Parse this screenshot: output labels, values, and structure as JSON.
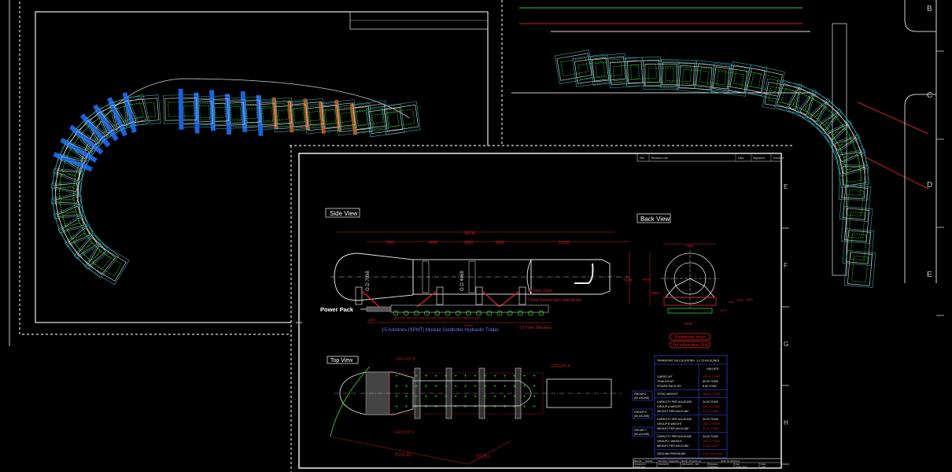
{
  "side_view": {
    "label": "Side View",
    "dims": {
      "overall": "30130",
      "d1": "7000",
      "d2": "4000",
      "d3": "4000",
      "d4": "5000",
      "d5": "12200",
      "height": "7079",
      "od_large": "O.D 7058",
      "od_small": "O.D 4468",
      "left": "3400",
      "trailer_len": "22500",
      "axle": "1500"
    },
    "power_pack": "Power Pack",
    "notes": {
      "chain": "10 Tone Chain",
      "binder": "7 Tone Rachet type load binder",
      "shackles": "9.5 Tone Shackles",
      "trailer": "15 Axlelines (SPMT) Module Goldhofer Hydraulic Trailer"
    }
  },
  "back_view": {
    "label": "Back View",
    "dims": {
      "width": "7058",
      "height": "7079",
      "lower": "3600",
      "base": "6500",
      "a": "281",
      "b": "1000",
      "c": "1600",
      "d": "1175"
    },
    "stamps": [
      "Preliminary Issue",
      "For Information Only"
    ]
  },
  "top_view": {
    "label": "Top View",
    "groups": [
      "GROUP A",
      "GROUP B",
      "GROUP C"
    ],
    "radii": [
      "R20180",
      "R5761"
    ]
  },
  "calc_table": {
    "title": "TRANSPORT CALCULATIONS - 3 x 15 AXLELINES",
    "header": "VALUES",
    "rows": [
      {
        "label": "CARGO WT",
        "value": "390.00 TONS",
        "red": true
      },
      {
        "label": "TRAILER WT",
        "value": "69.00 TONS",
        "red": false
      },
      {
        "label": "POWER PACK WT",
        "value": "6.50 TONS",
        "red": false
      },
      {
        "label": "TOTAL WEIGHT",
        "value": "465.50 TONS",
        "red": true
      },
      {
        "label": "CAPACITY  PER AXLELINE",
        "value": "34.00 TONS",
        "red": false
      },
      {
        "label": "GROUP A WEIGHT",
        "value": "155.17 TONS",
        "red": true
      },
      {
        "label": "WEIGHT  PER AXLELINE",
        "value": "31.03 TONS",
        "red": true
      },
      {
        "label": "CAPACITY  PER AXLELINE",
        "value": "34.00 TONS",
        "red": false
      },
      {
        "label": "GROUP B WEIGHT",
        "value": "155.17 TONS",
        "red": true
      },
      {
        "label": "WEIGHT  PER AXLELINE",
        "value": "31.03 TONS",
        "red": true
      },
      {
        "label": "CAPACITY  PER AXLELINE",
        "value": "34.00 TONS",
        "red": false
      },
      {
        "label": "GROUP C WEIGHT",
        "value": "155.17 TONS",
        "red": true
      },
      {
        "label": "WEIGHT  PER AXLELINE",
        "value": "31.03 TONS",
        "red": true
      },
      {
        "label": "GROUND PRESSURE",
        "value": "1.95 TON/SQM",
        "red": true
      }
    ],
    "group_tags": [
      "GROUP A (5X AXLINE)",
      "GROUP B (5X AXLINE)",
      "GROUP C (5X AXLINE)"
    ]
  },
  "title_block": {
    "row1": [
      "Material",
      "Quantity",
      "Title Name, designation, material, dimension etc",
      "Article No./Reference"
    ],
    "row2": [
      "Designed by",
      "Checked by",
      "Approved by - date",
      "Filename",
      "Date",
      "Scale"
    ],
    "row3": [
      "Rajesh Nair",
      "",
      "",
      "PIN20151",
      "10-Nov-2015",
      "1:100"
    ],
    "top": [
      "Rev",
      "Revision note",
      "Date",
      "Signature",
      "Checked"
    ]
  },
  "margin_letters_right": [
    "B",
    "C",
    "D",
    "E"
  ],
  "margin_letters_front": [
    "E",
    "F",
    "G",
    "H"
  ],
  "colors": {
    "white": "#e8e8e8",
    "red": "#d0202a",
    "green": "#2fd02f",
    "blue": "#1f5fd8",
    "cyan": "#3cc8c8",
    "orange": "#c8641e",
    "navy": "#2838a8"
  }
}
